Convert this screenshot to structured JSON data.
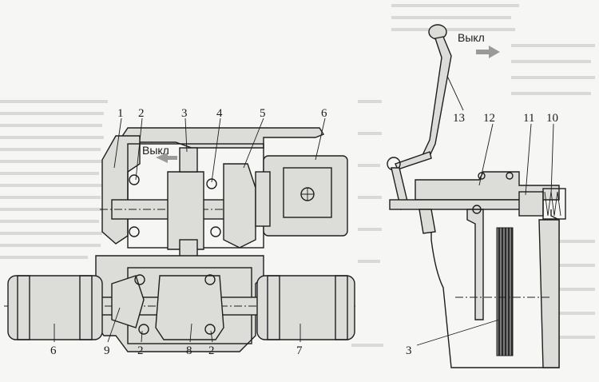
{
  "left_figure": {
    "callouts": [
      "1",
      "2",
      "3",
      "4",
      "5",
      "6",
      "6",
      "9",
      "2",
      "8",
      "2",
      "7"
    ],
    "arrow_label": "Выкл"
  },
  "right_figure": {
    "callouts": [
      "13",
      "12",
      "11",
      "10",
      "3"
    ],
    "arrow_label": "Выкл"
  },
  "colors": {
    "ink": "#1e1e1e",
    "paper": "#f6f6f4",
    "hatch": "#dcdcd8",
    "arrow": "#9a9a9a"
  }
}
